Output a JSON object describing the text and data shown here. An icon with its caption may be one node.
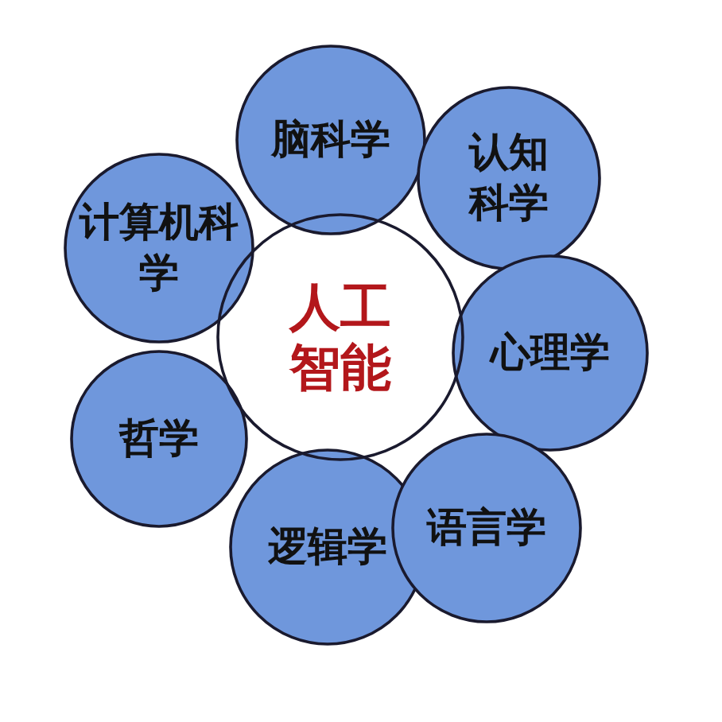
{
  "diagram": {
    "nodes": [
      {
        "text": [
          "人工智能"
        ]
      },
      {
        "text": [
          "脑科学"
        ]
      },
      {
        "text": [
          "认知科学"
        ]
      },
      {
        "text": [
          "计算机科学"
        ]
      },
      {
        "text": [
          "心理学"
        ]
      },
      {
        "text": [
          "哲学"
        ]
      },
      {
        "text": [
          "逻辑学"
        ]
      },
      {
        "text": [
          "语言学"
        ]
      }
    ]
  }
}
